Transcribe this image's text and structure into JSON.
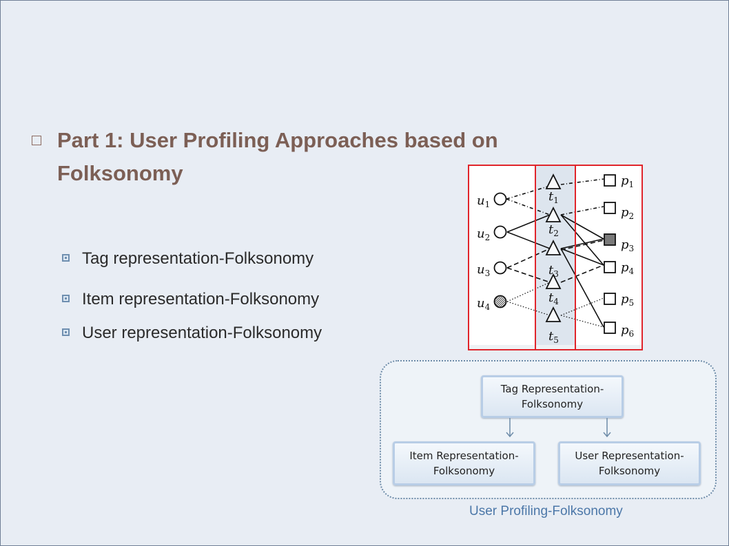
{
  "slide": {
    "title": "Part 1: User Profiling Approaches based on Folksonomy",
    "bullets": [
      "Tag representation-Folksonomy",
      "Item representation-Folksonomy",
      "User representation-Folksonomy"
    ]
  },
  "graph": {
    "users": [
      "u1",
      "u2",
      "u3",
      "u4"
    ],
    "tags": [
      "t1",
      "t2",
      "t3",
      "t4",
      "t5"
    ],
    "items": [
      "p1",
      "p2",
      "p3",
      "p4",
      "p5",
      "p6"
    ]
  },
  "diagram": {
    "nodes": {
      "tag": "Tag Representation-Folksonomy",
      "item": "Item Representation-Folksonomy",
      "user": "User Representation-Folksonomy"
    },
    "label": "User Profiling-Folksonomy"
  },
  "colors": {
    "title": "#7c5f55",
    "highlight": "#e0242a",
    "caption": "#4b77a8"
  }
}
